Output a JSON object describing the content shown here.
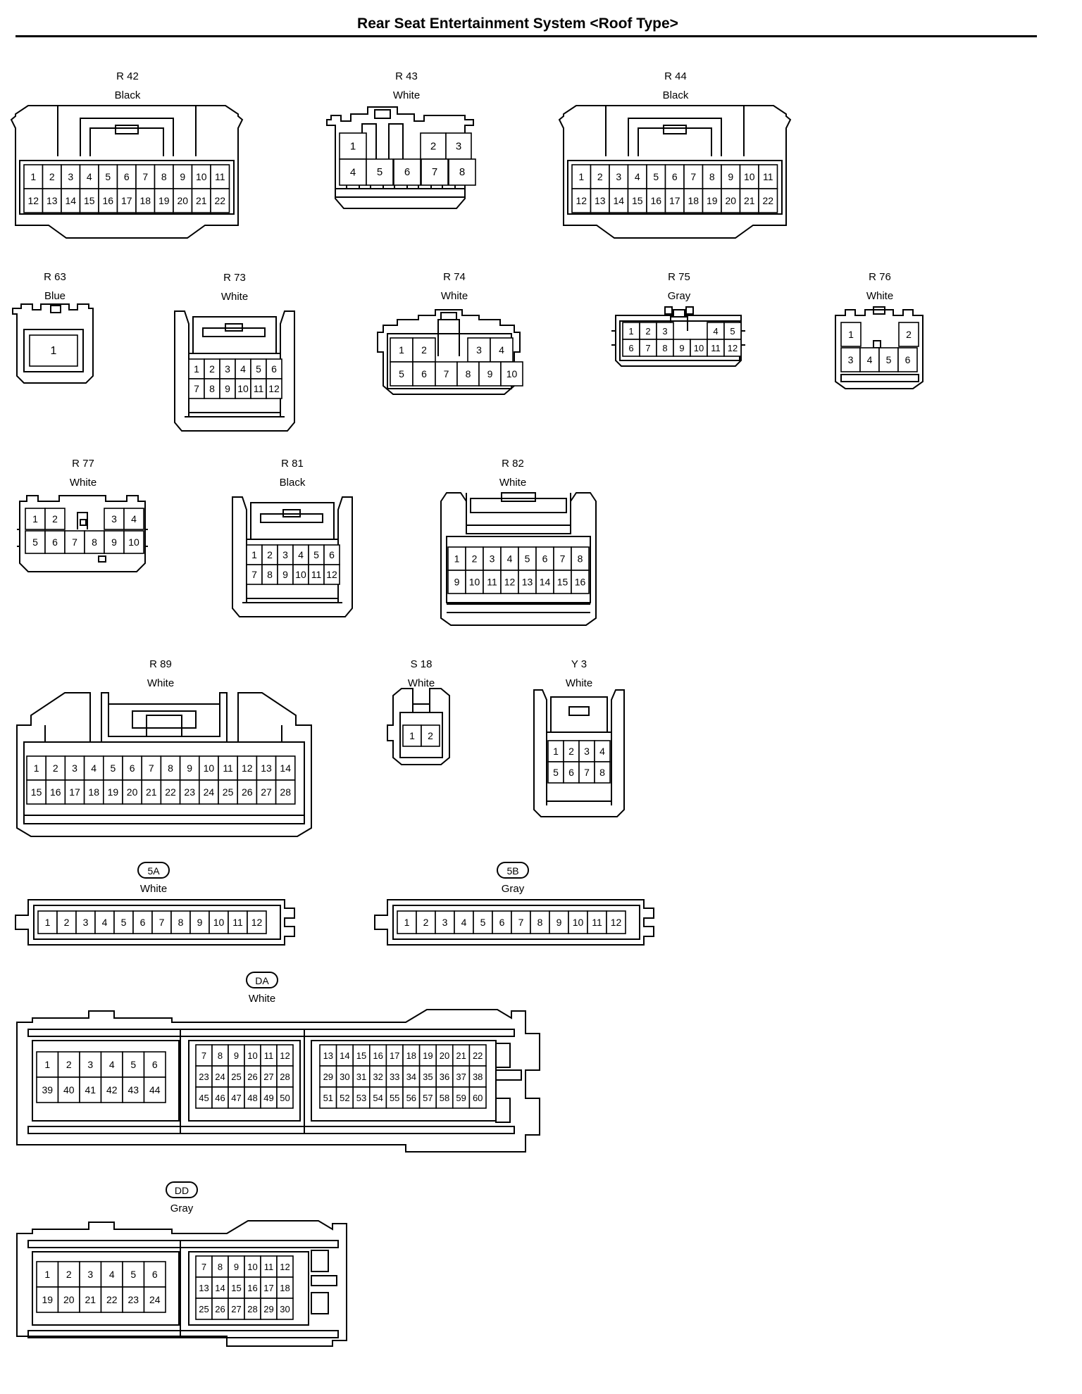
{
  "title": "Rear Seat Entertainment System <Roof Type>",
  "connectors": [
    {
      "code": "R 42",
      "color": "Black",
      "pins": [
        [
          "1",
          "2",
          "3",
          "4",
          "5",
          "6",
          "7",
          "8",
          "9",
          "10",
          "11"
        ],
        [
          "12",
          "13",
          "14",
          "15",
          "16",
          "17",
          "18",
          "19",
          "20",
          "21",
          "22"
        ]
      ]
    },
    {
      "code": "R 43",
      "color": "White",
      "pins": [
        [
          "1",
          "",
          "",
          "2",
          "3"
        ],
        [
          "4",
          "5",
          "6",
          "7",
          "8"
        ]
      ]
    },
    {
      "code": "R 44",
      "color": "Black",
      "pins": [
        [
          "1",
          "2",
          "3",
          "4",
          "5",
          "6",
          "7",
          "8",
          "9",
          "10",
          "11"
        ],
        [
          "12",
          "13",
          "14",
          "15",
          "16",
          "17",
          "18",
          "19",
          "20",
          "21",
          "22"
        ]
      ]
    },
    {
      "code": "R 63",
      "color": "Blue",
      "pins": [
        [
          "1"
        ]
      ]
    },
    {
      "code": "R 73",
      "color": "White",
      "pins": [
        [
          "1",
          "2",
          "3",
          "4",
          "5",
          "6"
        ],
        [
          "7",
          "8",
          "9",
          "10",
          "11",
          "12"
        ]
      ]
    },
    {
      "code": "R 74",
      "color": "White",
      "pins": [
        [
          "1",
          "2",
          "",
          "",
          "3",
          "4"
        ],
        [
          "5",
          "6",
          "7",
          "8",
          "9",
          "10"
        ]
      ]
    },
    {
      "code": "R 75",
      "color": "Gray",
      "pins": [
        [
          "1",
          "2",
          "3",
          "",
          "",
          "4",
          "5"
        ],
        [
          "6",
          "7",
          "8",
          "9",
          "10",
          "11",
          "12"
        ]
      ]
    },
    {
      "code": "R 76",
      "color": "White",
      "pins": [
        [
          "1",
          "",
          "2"
        ],
        [
          "3",
          "4",
          "5",
          "6"
        ]
      ]
    },
    {
      "code": "R 77",
      "color": "White",
      "pins": [
        [
          "1",
          "2",
          "",
          "",
          "3",
          "4"
        ],
        [
          "5",
          "6",
          "7",
          "8",
          "9",
          "10"
        ]
      ]
    },
    {
      "code": "R 81",
      "color": "Black",
      "pins": [
        [
          "1",
          "2",
          "3",
          "4",
          "5",
          "6"
        ],
        [
          "7",
          "8",
          "9",
          "10",
          "11",
          "12"
        ]
      ]
    },
    {
      "code": "R 82",
      "color": "White",
      "pins": [
        [
          "1",
          "2",
          "3",
          "4",
          "5",
          "6",
          "7",
          "8"
        ],
        [
          "9",
          "10",
          "11",
          "12",
          "13",
          "14",
          "15",
          "16"
        ]
      ]
    },
    {
      "code": "R 89",
      "color": "White",
      "pins": [
        [
          "1",
          "2",
          "3",
          "4",
          "5",
          "6",
          "7",
          "8",
          "9",
          "10",
          "11",
          "12",
          "13",
          "14"
        ],
        [
          "15",
          "16",
          "17",
          "18",
          "19",
          "20",
          "21",
          "22",
          "23",
          "24",
          "25",
          "26",
          "27",
          "28"
        ]
      ]
    },
    {
      "code": "S 18",
      "color": "White",
      "pins": [
        [
          "1",
          "2"
        ]
      ]
    },
    {
      "code": "Y 3",
      "color": "White",
      "pins": [
        [
          "1",
          "2",
          "3",
          "4"
        ],
        [
          "5",
          "6",
          "7",
          "8"
        ]
      ]
    },
    {
      "code": "5A",
      "color": "White",
      "pins": [
        [
          "1",
          "2",
          "3",
          "4",
          "5",
          "6",
          "7",
          "8",
          "9",
          "10",
          "11",
          "12"
        ]
      ]
    },
    {
      "code": "5B",
      "color": "Gray",
      "pins": [
        [
          "1",
          "2",
          "3",
          "4",
          "5",
          "6",
          "7",
          "8",
          "9",
          "10",
          "11",
          "12"
        ]
      ]
    },
    {
      "code": "DA",
      "color": "White",
      "blocks": [
        [
          [
            "1",
            "2",
            "3",
            "4",
            "5",
            "6"
          ],
          [
            "39",
            "40",
            "41",
            "42",
            "43",
            "44"
          ]
        ],
        [
          [
            "7",
            "8",
            "9",
            "10",
            "11",
            "12"
          ],
          [
            "23",
            "24",
            "25",
            "26",
            "27",
            "28"
          ],
          [
            "45",
            "46",
            "47",
            "48",
            "49",
            "50"
          ]
        ],
        [
          [
            "13",
            "14",
            "15",
            "16",
            "17",
            "18",
            "19",
            "20",
            "21",
            "22"
          ],
          [
            "29",
            "30",
            "31",
            "32",
            "33",
            "34",
            "35",
            "36",
            "37",
            "38"
          ],
          [
            "51",
            "52",
            "53",
            "54",
            "55",
            "56",
            "57",
            "58",
            "59",
            "60"
          ]
        ]
      ]
    },
    {
      "code": "DD",
      "color": "Gray",
      "blocks": [
        [
          [
            "1",
            "2",
            "3",
            "4",
            "5",
            "6"
          ],
          [
            "19",
            "20",
            "21",
            "22",
            "23",
            "24"
          ]
        ],
        [
          [
            "7",
            "8",
            "9",
            "10",
            "11",
            "12"
          ],
          [
            "13",
            "14",
            "15",
            "16",
            "17",
            "18"
          ],
          [
            "25",
            "26",
            "27",
            "28",
            "29",
            "30"
          ]
        ]
      ]
    }
  ]
}
